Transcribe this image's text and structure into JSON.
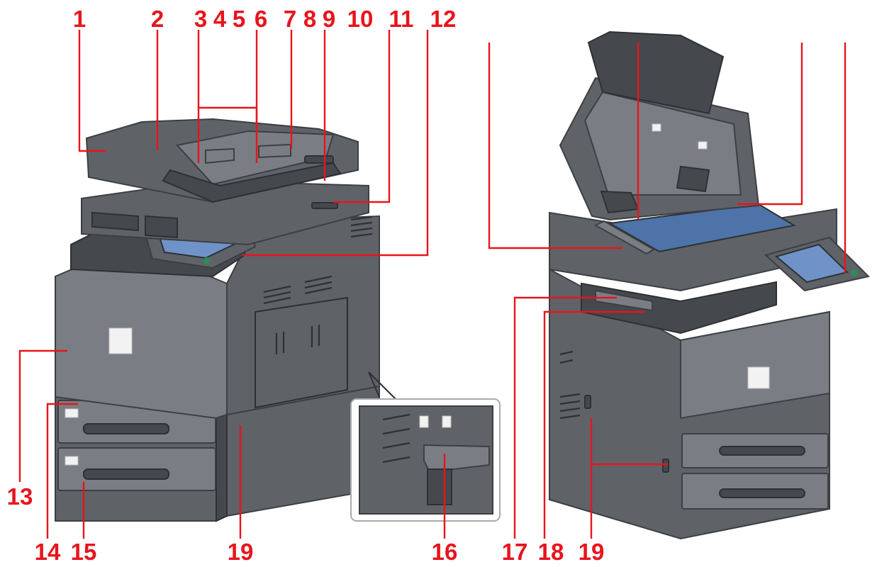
{
  "figure": {
    "machines": [
      {
        "id": "front",
        "icon": "multifunction-printer-front-view-icon"
      },
      {
        "id": "rear",
        "icon": "multifunction-printer-open-scanner-view-icon"
      }
    ],
    "inset_icon": "power-switch-closeup-icon"
  },
  "callouts": {
    "c1": "1",
    "c2": "2",
    "c3": "3",
    "c4": "4",
    "c5": "5",
    "c6": "6",
    "c7": "7",
    "c8": "8",
    "c9": "9",
    "c10": "10",
    "c11": "11",
    "c12": "12",
    "c13": "13",
    "c14": "14",
    "c15": "15",
    "c16": "16",
    "c17": "17",
    "c18": "18",
    "c19a": "19",
    "c19b": "19"
  },
  "colors": {
    "callout": "#e8141c",
    "body": "#5f6368",
    "screen": "#6f93c8",
    "glass": "#4d73a8"
  }
}
